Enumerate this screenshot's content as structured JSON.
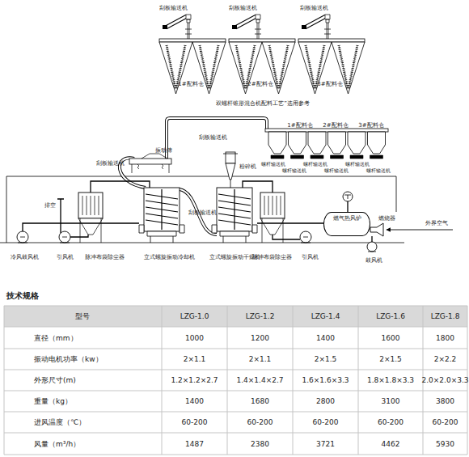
{
  "diagram": {
    "nodes": [
      {
        "text": [
          "燃气热风炉"
        ]
      }
    ],
    "labels": [
      "刮板输送机",
      "刮板输送机",
      "刮板输送机",
      "1#配料仓",
      "2#配料仓",
      "3#配料仓",
      "双螺杆锥形混合机配料工艺”选用参考",
      "刮板输送机",
      "振动筛",
      "1#配料仓",
      "2#配料仓",
      "3#配料仓",
      "刮板输送机",
      "螺杆输送机",
      "螺杆输送机",
      "螺杆输送机",
      "螺杆输送机",
      "螺杆输送机",
      "螺杆输送机",
      "粉碎机",
      "排空",
      "刮板输送机",
      "燃烧器",
      "外界空气",
      "冷风鼓风机",
      "引风机",
      "脉冲布袋除尘器",
      "立式螺旋振动冷却机",
      "立式螺旋振动干燥机",
      "脉冲布袋除尘器",
      "引风机",
      "鼓风机",
      "技术规格",
      "型号",
      "LZG-1.0",
      "LZG-1.2",
      "LZG-1.4",
      "LZG-1.6",
      "LZG-1.8",
      "直径（mm）",
      "1000",
      "1200",
      "1400",
      "1600",
      "1800",
      "振动电机功率（kw）",
      "2×1.1",
      "2×1.1",
      "2×1.5",
      "2×1.5",
      "2×2.2",
      "外形尺寸(m)",
      "1.2×1.2×2.7",
      "1.4×1.4×2.7",
      "1.6×1.6×3.3",
      "1.8×1.8×3.3",
      "2.0×2.0×3.3",
      "重量（kg）",
      "1400",
      "1680",
      "2800",
      "3100",
      "3800",
      "进风温度（℃）",
      "60-200",
      "60-200",
      "60-200",
      "60-200",
      "60-200",
      "风量（m³/h）",
      "1487",
      "2380",
      "3721",
      "4462",
      "5930"
    ]
  }
}
